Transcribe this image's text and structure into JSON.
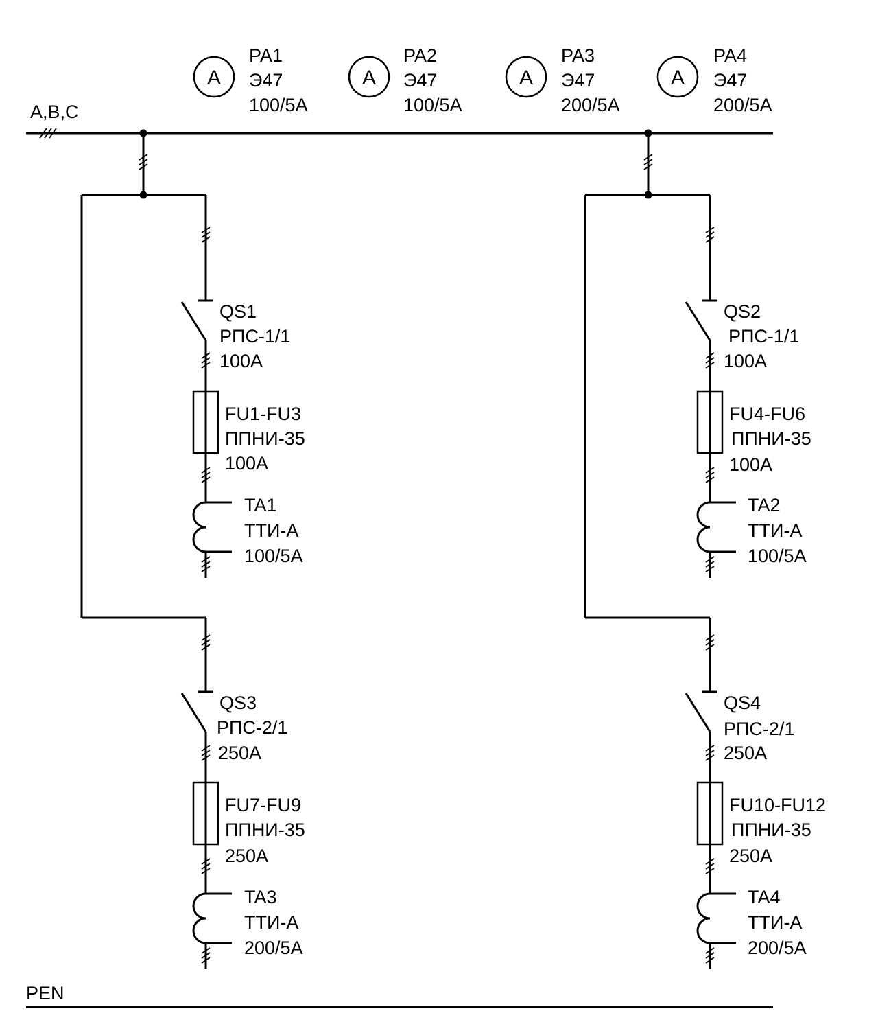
{
  "bus": {
    "phase_label": "A,B,C",
    "pen_label": "PEN"
  },
  "ammeters": [
    {
      "symbol": "A",
      "id": "PA1",
      "type": "Э47",
      "rating": "100/5A"
    },
    {
      "symbol": "A",
      "id": "PA2",
      "type": "Э47",
      "rating": "100/5A"
    },
    {
      "symbol": "A",
      "id": "PA3",
      "type": "Э47",
      "rating": "200/5A"
    },
    {
      "symbol": "A",
      "id": "PA4",
      "type": "Э47",
      "rating": "200/5A"
    }
  ],
  "switches": [
    {
      "id": "QS1",
      "type": "РПС-1/1",
      "rating": "100A"
    },
    {
      "id": "QS2",
      "type": "РПС-1/1",
      "rating": "100A"
    },
    {
      "id": "QS3",
      "type": "РПС-2/1",
      "rating": "250A"
    },
    {
      "id": "QS4",
      "type": "РПС-2/1",
      "rating": "250A"
    }
  ],
  "fuses": [
    {
      "id": "FU1-FU3",
      "type": "ППНИ-35",
      "rating": "100A"
    },
    {
      "id": "FU4-FU6",
      "type": "ППНИ-35",
      "rating": "100A"
    },
    {
      "id": "FU7-FU9",
      "type": "ППНИ-35",
      "rating": "250A"
    },
    {
      "id": "FU10-FU12",
      "type": "ППНИ-35",
      "rating": "250A"
    }
  ],
  "transformers": [
    {
      "id": "TA1",
      "type": "ТТИ-А",
      "rating": "100/5A"
    },
    {
      "id": "TA2",
      "type": "ТТИ-А",
      "rating": "100/5A"
    },
    {
      "id": "TA3",
      "type": "ТТИ-А",
      "rating": "200/5A"
    },
    {
      "id": "TA4",
      "type": "ТТИ-А",
      "rating": "200/5A"
    }
  ]
}
